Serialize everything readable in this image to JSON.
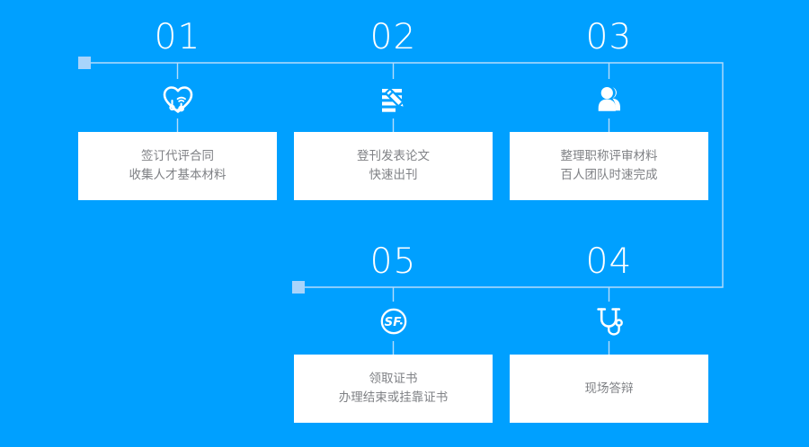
{
  "theme": {
    "background_color": "#00a0ff",
    "card_background": "#ffffff",
    "card_text_color": "#7f8185",
    "number_color": "#ffffff",
    "connector_color": "#b6dcfb",
    "marker_color": "#a8d4fb"
  },
  "steps": [
    {
      "number": "01",
      "icon": "heart-stethoscope-icon",
      "lines": [
        "签订代评合同",
        "收集人才基本材料"
      ]
    },
    {
      "number": "02",
      "icon": "document-pencil-icon",
      "lines": [
        "登刊发表论文",
        "快速出刊"
      ]
    },
    {
      "number": "03",
      "icon": "two-people-icon",
      "lines": [
        "整理职称评审材料",
        "百人团队时速完成"
      ]
    },
    {
      "number": "04",
      "icon": "stethoscope-icon",
      "lines": [
        "现场答辩",
        ""
      ]
    },
    {
      "number": "05",
      "icon": "sf-badge-icon",
      "lines": [
        "领取证书",
        "办理结束或挂靠证书"
      ]
    }
  ]
}
